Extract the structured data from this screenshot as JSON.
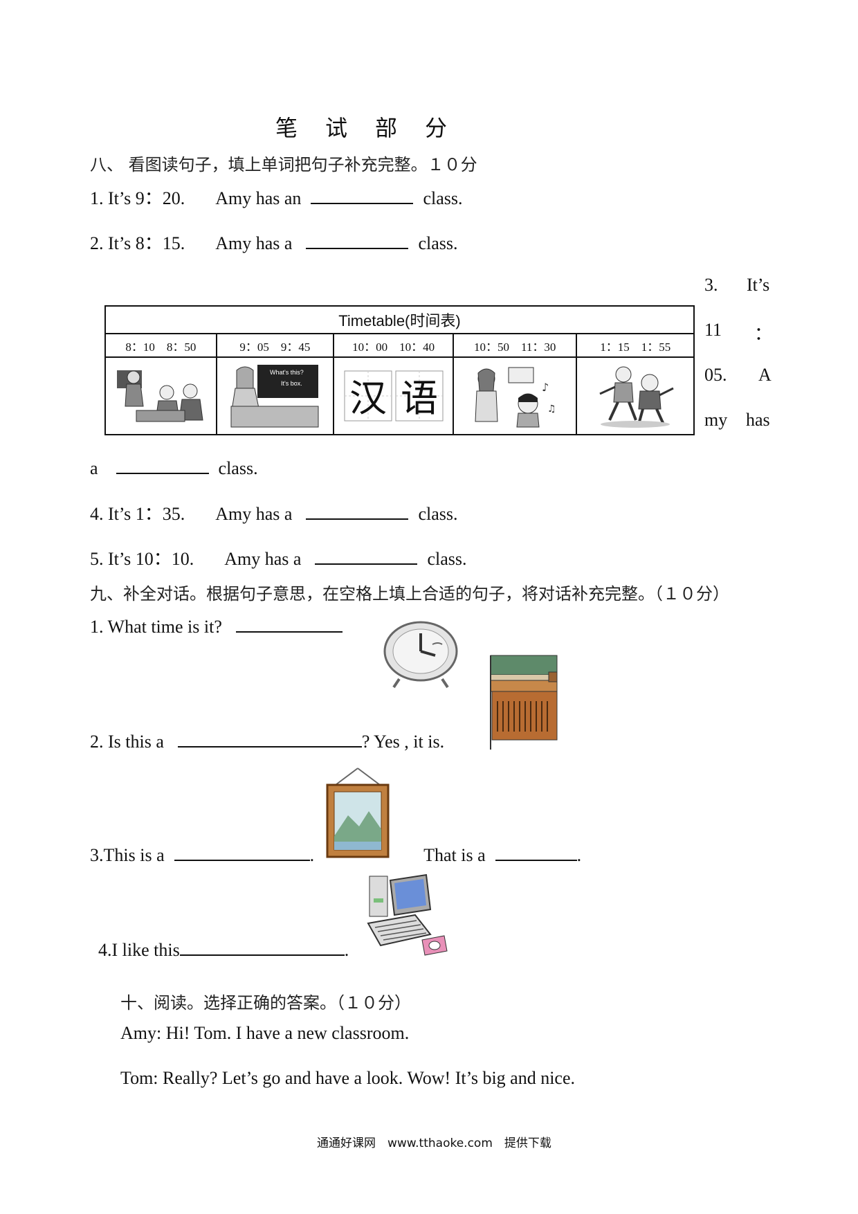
{
  "title": "笔 试 部 分",
  "section8": {
    "heading": "八、 看图读句子，填上单词把句子补充完整。１０分",
    "q1": {
      "time": "1. It’s 9：20.",
      "text": "Amy has an",
      "end": "class."
    },
    "q2": {
      "time": "2. It’s 8：15.",
      "text": "Amy has a",
      "end": "class."
    },
    "q3": {
      "side": [
        "3.",
        "It’s",
        "11",
        "：",
        "05.",
        "A",
        "my",
        "has"
      ],
      "start": "a",
      "end": "class."
    },
    "q4": {
      "time": "4. It’s 1：35.",
      "text": "Amy has a",
      "end": "class."
    },
    "q5": {
      "time": "5. It’s 10：10.",
      "text": "Amy has a",
      "end": "class."
    }
  },
  "timetable": {
    "title": "Timetable(时间表)",
    "times": [
      "8：10　8：50",
      "9：05　9：45",
      "10：00　10：40",
      "10：50　11：30",
      "1：15　1：55"
    ],
    "board_lines": [
      "What's this?",
      "It's box."
    ],
    "chinese_chars": [
      "汉",
      "语"
    ]
  },
  "section9": {
    "heading": "九、补全对话。根据句子意思，在空格上填上合适的句子，将对话补充完整。（１０分）",
    "q1": "1. What time is it?",
    "q2": {
      "start": "2. Is this a",
      "end": "? Yes , it is."
    },
    "q3": {
      "start": "3.This is a",
      "dot": ".",
      "mid": "That is a",
      "dot2": "."
    },
    "q4": {
      "start": "4.I like this",
      "dot": "."
    }
  },
  "section10": {
    "heading": "十、阅读。选择正确的答案。（１０分）",
    "line1": "Amy: Hi! Tom. I have a new classroom.",
    "line2": "Tom: Really? Let’s go and have a look. Wow! It’s big and nice."
  },
  "footer": "通通好课网　www.tthaoke.com　提供下载"
}
